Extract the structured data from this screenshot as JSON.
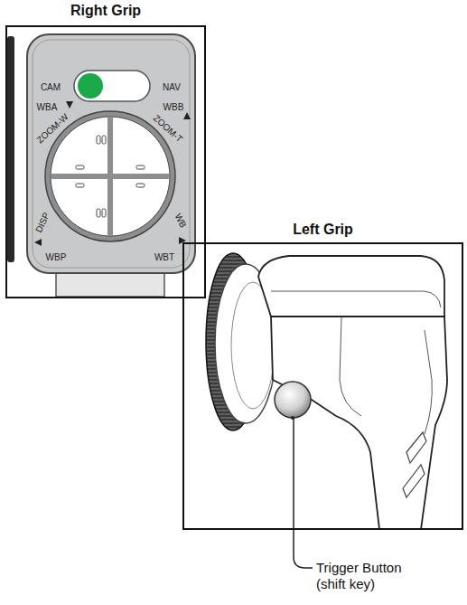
{
  "diagram": {
    "nodes": [
      {
        "text": [
          "Right Grip"
        ]
      },
      {
        "text": [
          "Left Grip"
        ]
      }
    ],
    "labels": [
      "CAM",
      "NAV",
      "WBA",
      "ZOOM-W",
      "WBB",
      "ZOOM-T",
      "DISP",
      "WBP",
      "WB",
      "WBT",
      "Trigger Button (shift key)"
    ]
  }
}
